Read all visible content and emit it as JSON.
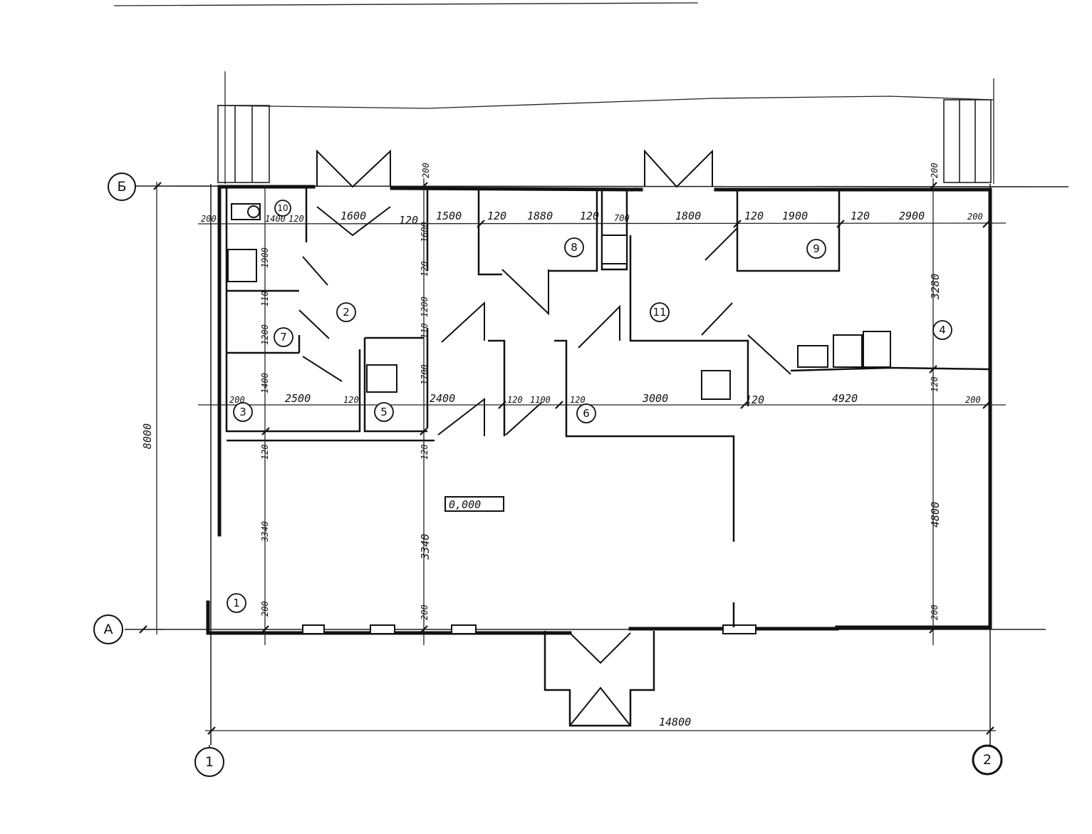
{
  "axes": {
    "A": "A",
    "B": "Б",
    "one": "1",
    "two": "2"
  },
  "level_mark": "0,000",
  "rooms": [
    "1",
    "2",
    "3",
    "4",
    "5",
    "6",
    "7",
    "8",
    "9",
    "10",
    "11"
  ],
  "dims": {
    "overall_width": "14800",
    "overall_height": "8000",
    "row_top": [
      "200",
      "1400",
      "120",
      "1600",
      "120",
      "1500",
      "120",
      "1880",
      "120",
      "700",
      "1800",
      "120",
      "1900",
      "120",
      "2900",
      "200"
    ],
    "row_mid": [
      "200",
      "2500",
      "120",
      "2400",
      "120",
      "1100",
      "120",
      "3000",
      "120",
      "4920",
      "200"
    ],
    "col_left": [
      "1900",
      "110",
      "1200",
      "1400",
      "120",
      "3340",
      "200"
    ],
    "col_center": [
      "200",
      "1600",
      "120",
      "1200",
      "110",
      "1700",
      "120",
      "3340",
      "200"
    ],
    "col_right": [
      "200",
      "3280",
      "120",
      "4800",
      "200"
    ],
    "small_top": "200"
  }
}
